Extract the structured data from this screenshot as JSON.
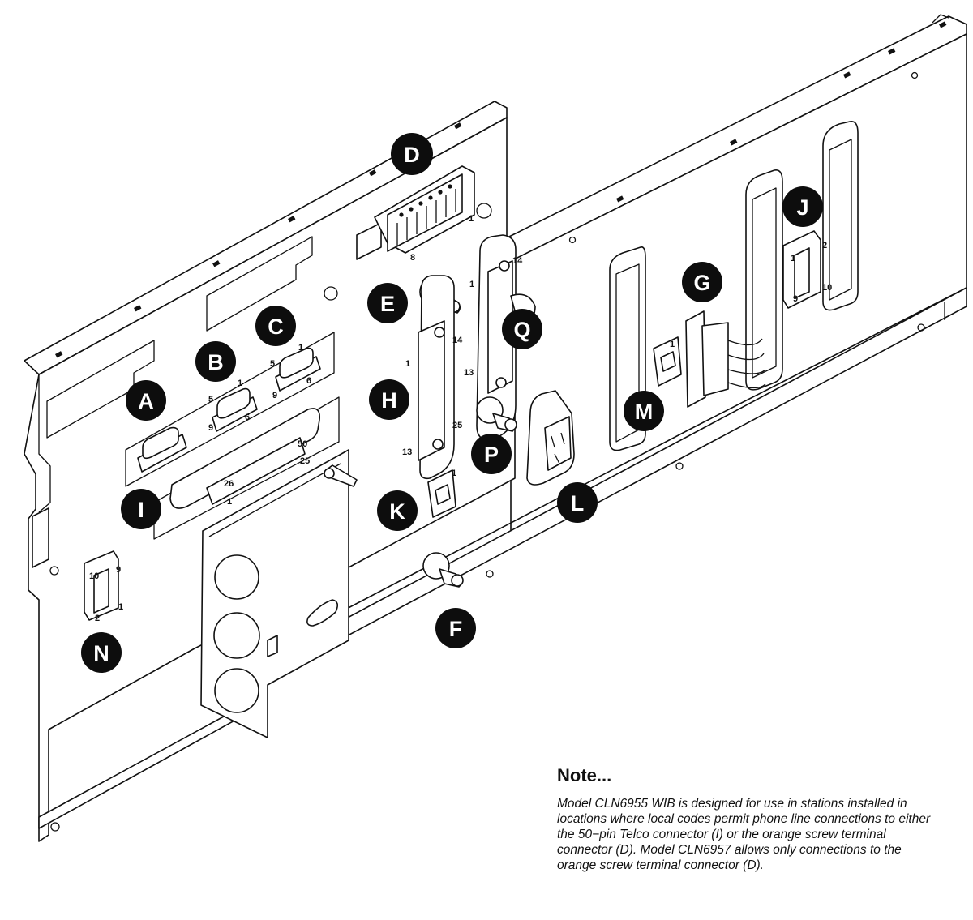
{
  "callouts": {
    "A": "A",
    "B": "B",
    "C": "C",
    "D": "D",
    "E": "E",
    "F": "F",
    "G": "G",
    "H": "H",
    "I": "I",
    "J": "J",
    "K": "K",
    "L": "L",
    "M": "M",
    "N": "N",
    "P": "P",
    "Q": "Q"
  },
  "pin_labels": {
    "d_8": "8",
    "d_1": "1",
    "c_5": "5",
    "c_1": "1",
    "c_9": "9",
    "c_6": "6",
    "b_5": "5",
    "b_1": "1",
    "b_9": "9",
    "b_6": "6",
    "i_50": "50",
    "i_25": "25",
    "i_26": "26",
    "i_1": "1",
    "h_1": "1",
    "h_14": "14",
    "h_13": "13",
    "h_25": "25",
    "q_1": "1",
    "q_14": "14",
    "q_13": "13",
    "k_1": "1",
    "m_1": "1",
    "j_2": "2",
    "j_1": "1",
    "j_9": "9",
    "j_10": "10",
    "n_10": "10",
    "n_9": "9",
    "n_2": "2",
    "n_1": "1"
  },
  "note": {
    "title": "Note...",
    "body": "Model CLN6955 WIB is designed for use in stations installed in locations where local codes permit phone line connections to either the 50−pin Telco connector (I) or the orange screw terminal connector (D). Model CLN6957 allows only connections to the orange screw terminal connector (D)."
  }
}
